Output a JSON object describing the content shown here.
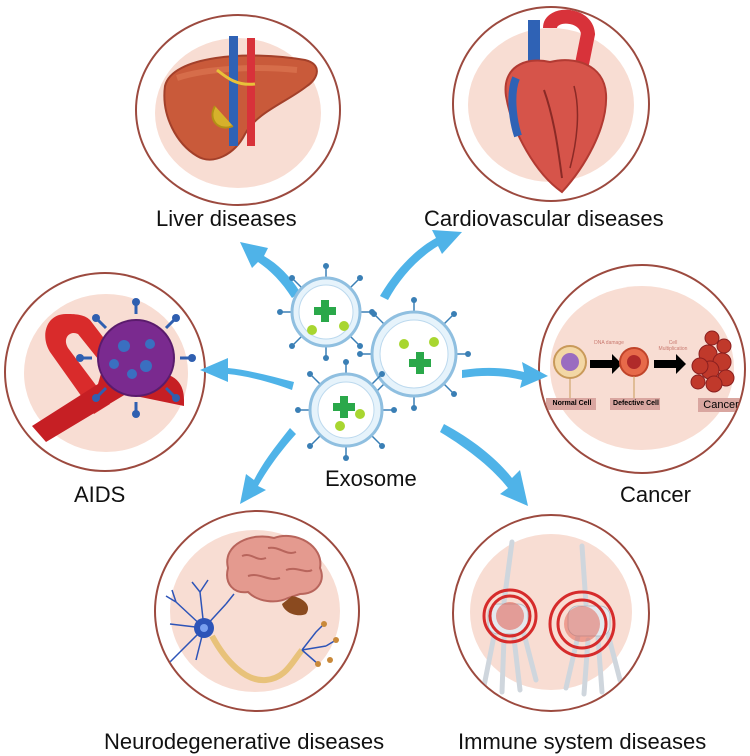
{
  "center": {
    "label": "Exosome"
  },
  "diseases": {
    "liver": "Liver diseases",
    "cardio": "Cardiovascular diseases",
    "aids": "AIDS",
    "cancer": "Cancer",
    "neuro": "Neurodegenerative diseases",
    "immune": "Immune system diseases"
  },
  "cancer_panel": {
    "normal": "Normal Cell",
    "defective": "Defective Cell",
    "cancer": "Cancer",
    "arrow1": "DNA damage",
    "arrow2": "Cell Multiplication"
  },
  "colors": {
    "arrow": "#4fb3e8",
    "disc_border": "#9c4a3f",
    "disc_fill": "#f8ddd3",
    "exosome_spike": "#3a7fb5",
    "exosome_dot": "#a8d630",
    "exosome_cross": "#2aa84a"
  },
  "icons": [
    "liver-icon",
    "heart-icon",
    "ribbon-icon",
    "virus-icon",
    "brain-icon",
    "neuron-icon",
    "hand-icon",
    "cell-icon"
  ]
}
